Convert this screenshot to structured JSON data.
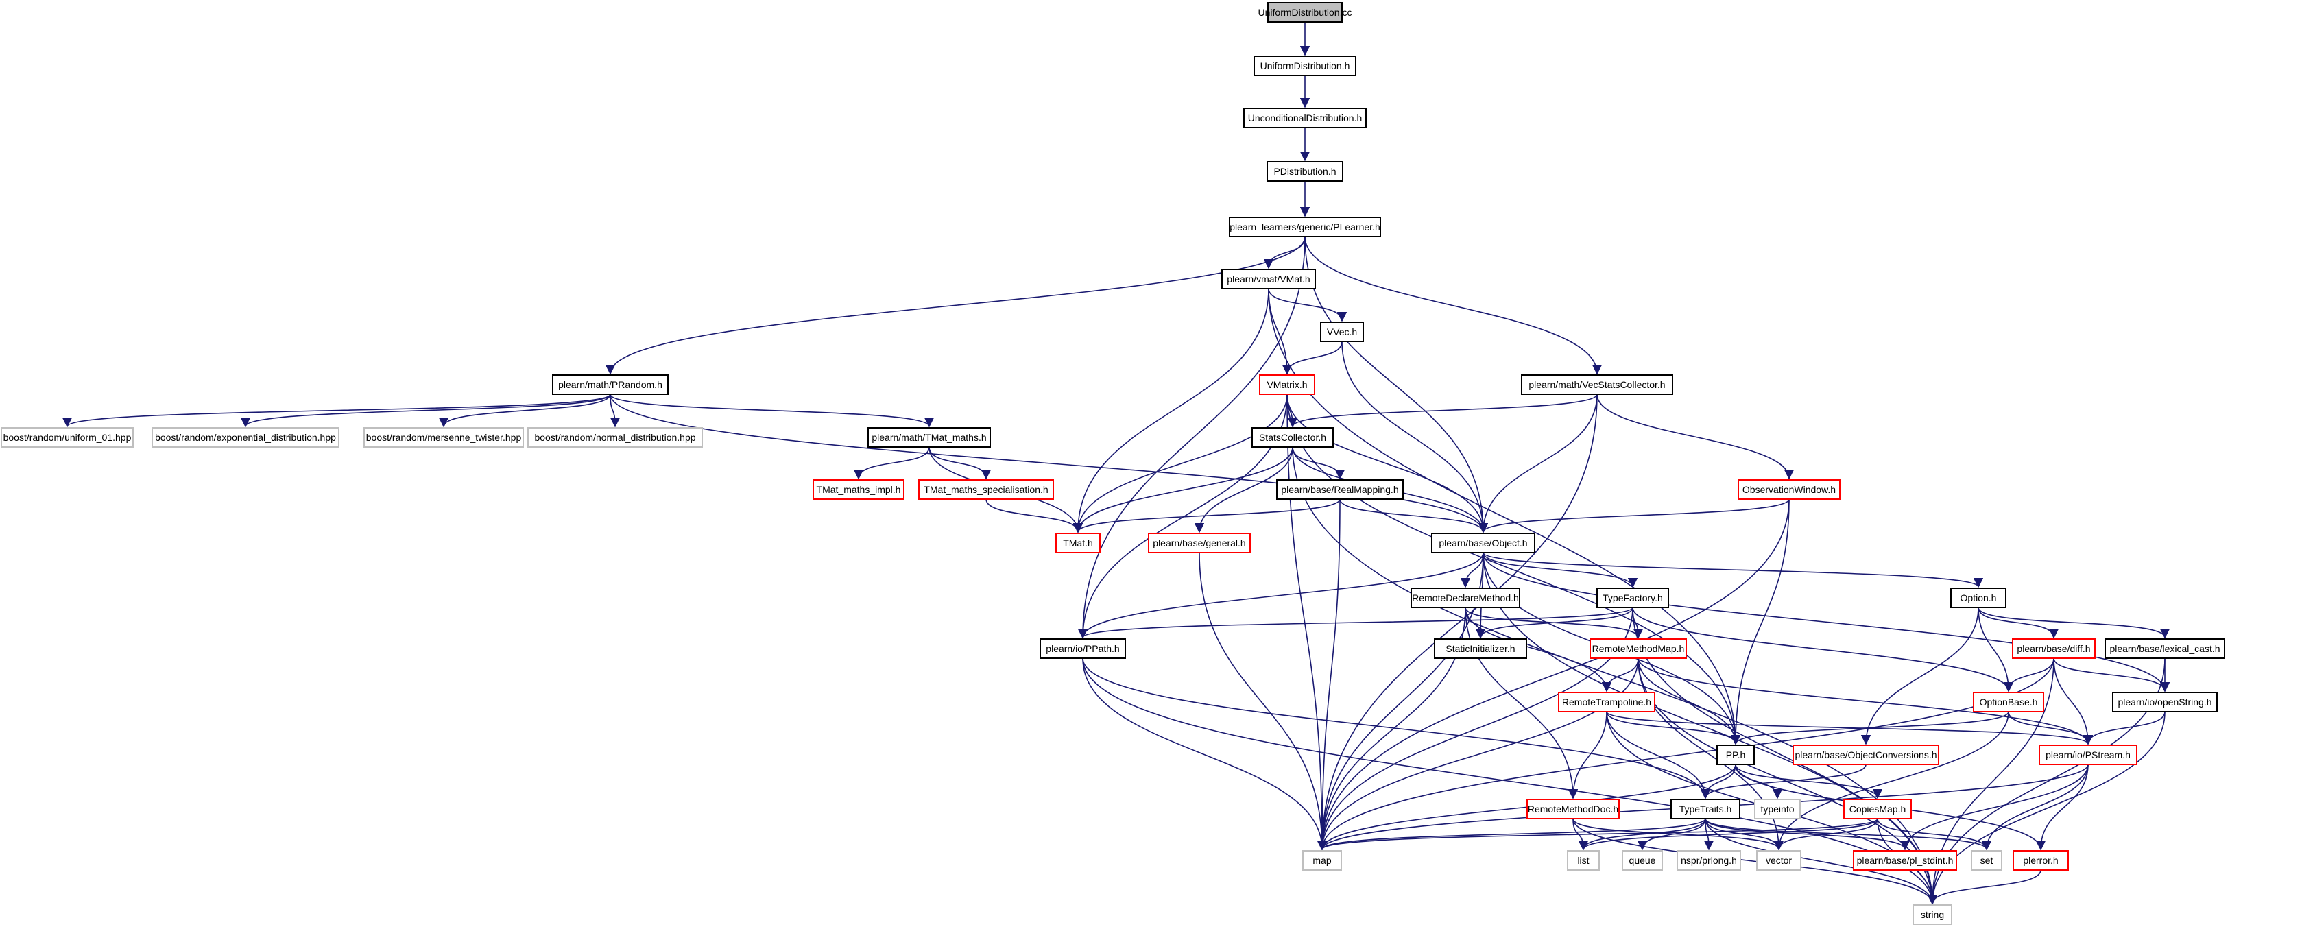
{
  "colors": {
    "edge": "#191970",
    "node_black": "#000000",
    "node_red": "#ff0000",
    "node_gray": "#bfbfbf",
    "root_fill": "#bfbfbf",
    "text": "#000000"
  },
  "nodes": [
    {
      "id": "uniformdist_cc",
      "label": "UniformDistribution.cc",
      "style": "root"
    },
    {
      "id": "uniformdist_h",
      "label": "UniformDistribution.h",
      "style": "black"
    },
    {
      "id": "unconditional_h",
      "label": "UnconditionalDistribution.h",
      "style": "black"
    },
    {
      "id": "pdistribution_h",
      "label": "PDistribution.h",
      "style": "black"
    },
    {
      "id": "plearner_h",
      "label": "plearn_learners/generic/PLearner.h",
      "style": "black"
    },
    {
      "id": "prandom_h",
      "label": "plearn/math/PRandom.h",
      "style": "black"
    },
    {
      "id": "vmat_h",
      "label": "plearn/vmat/VMat.h",
      "style": "black"
    },
    {
      "id": "vecstats_h",
      "label": "plearn/math/VecStatsCollector.h",
      "style": "black"
    },
    {
      "id": "vvec_h",
      "label": "VVec.h",
      "style": "black"
    },
    {
      "id": "vmatrix_h",
      "label": "VMatrix.h",
      "style": "red"
    },
    {
      "id": "boost_uniform",
      "label": "boost/random/uniform_01.hpp",
      "style": "gray"
    },
    {
      "id": "boost_exp",
      "label": "boost/random/exponential_distribution.hpp",
      "style": "gray"
    },
    {
      "id": "boost_mersenne",
      "label": "boost/random/mersenne_twister.hpp",
      "style": "gray"
    },
    {
      "id": "boost_normal",
      "label": "boost/random/normal_distribution.hpp",
      "style": "gray"
    },
    {
      "id": "tmat_maths_h",
      "label": "plearn/math/TMat_maths.h",
      "style": "black"
    },
    {
      "id": "statscollector_h",
      "label": "StatsCollector.h",
      "style": "black"
    },
    {
      "id": "tmat_maths_impl",
      "label": "TMat_maths_impl.h",
      "style": "red"
    },
    {
      "id": "tmat_maths_spec",
      "label": "TMat_maths_specialisation.h",
      "style": "red"
    },
    {
      "id": "realmapping_h",
      "label": "plearn/base/RealMapping.h",
      "style": "black"
    },
    {
      "id": "observation_h",
      "label": "ObservationWindow.h",
      "style": "red"
    },
    {
      "id": "tmat_h",
      "label": "TMat.h",
      "style": "red"
    },
    {
      "id": "general_h",
      "label": "plearn/base/general.h",
      "style": "red"
    },
    {
      "id": "object_h",
      "label": "plearn/base/Object.h",
      "style": "black"
    },
    {
      "id": "remotedeclare_h",
      "label": "RemoteDeclareMethod.h",
      "style": "black"
    },
    {
      "id": "typefactory_h",
      "label": "TypeFactory.h",
      "style": "black"
    },
    {
      "id": "option_h",
      "label": "Option.h",
      "style": "black"
    },
    {
      "id": "staticinit_h",
      "label": "StaticInitializer.h",
      "style": "black"
    },
    {
      "id": "ppath_h",
      "label": "plearn/io/PPath.h",
      "style": "black"
    },
    {
      "id": "remotemethodmap_h",
      "label": "RemoteMethodMap.h",
      "style": "red"
    },
    {
      "id": "diff_h",
      "label": "plearn/base/diff.h",
      "style": "red"
    },
    {
      "id": "lexicalcast_h",
      "label": "plearn/base/lexical_cast.h",
      "style": "black"
    },
    {
      "id": "remotetrampoline_h",
      "label": "RemoteTrampoline.h",
      "style": "red"
    },
    {
      "id": "optionbase_h",
      "label": "OptionBase.h",
      "style": "red"
    },
    {
      "id": "openstring_h",
      "label": "plearn/io/openString.h",
      "style": "black"
    },
    {
      "id": "pp_h",
      "label": "PP.h",
      "style": "black"
    },
    {
      "id": "objconv_h",
      "label": "plearn/base/ObjectConversions.h",
      "style": "red"
    },
    {
      "id": "pstream_h",
      "label": "plearn/io/PStream.h",
      "style": "red"
    },
    {
      "id": "remotemethoddoc_h",
      "label": "RemoteMethodDoc.h",
      "style": "red"
    },
    {
      "id": "typetraits_h",
      "label": "TypeTraits.h",
      "style": "black"
    },
    {
      "id": "typeinfo",
      "label": "typeinfo",
      "style": "gray"
    },
    {
      "id": "copiesmap_h",
      "label": "CopiesMap.h",
      "style": "red"
    },
    {
      "id": "map",
      "label": "map",
      "style": "gray"
    },
    {
      "id": "list",
      "label": "list",
      "style": "gray"
    },
    {
      "id": "queue",
      "label": "queue",
      "style": "gray"
    },
    {
      "id": "nspr_h",
      "label": "nspr/prlong.h",
      "style": "gray"
    },
    {
      "id": "vector",
      "label": "vector",
      "style": "gray"
    },
    {
      "id": "pl_stdint_h",
      "label": "plearn/base/pl_stdint.h",
      "style": "red"
    },
    {
      "id": "set",
      "label": "set",
      "style": "gray"
    },
    {
      "id": "plerror_h",
      "label": "plerror.h",
      "style": "red"
    },
    {
      "id": "string",
      "label": "string",
      "style": "gray"
    }
  ]
}
